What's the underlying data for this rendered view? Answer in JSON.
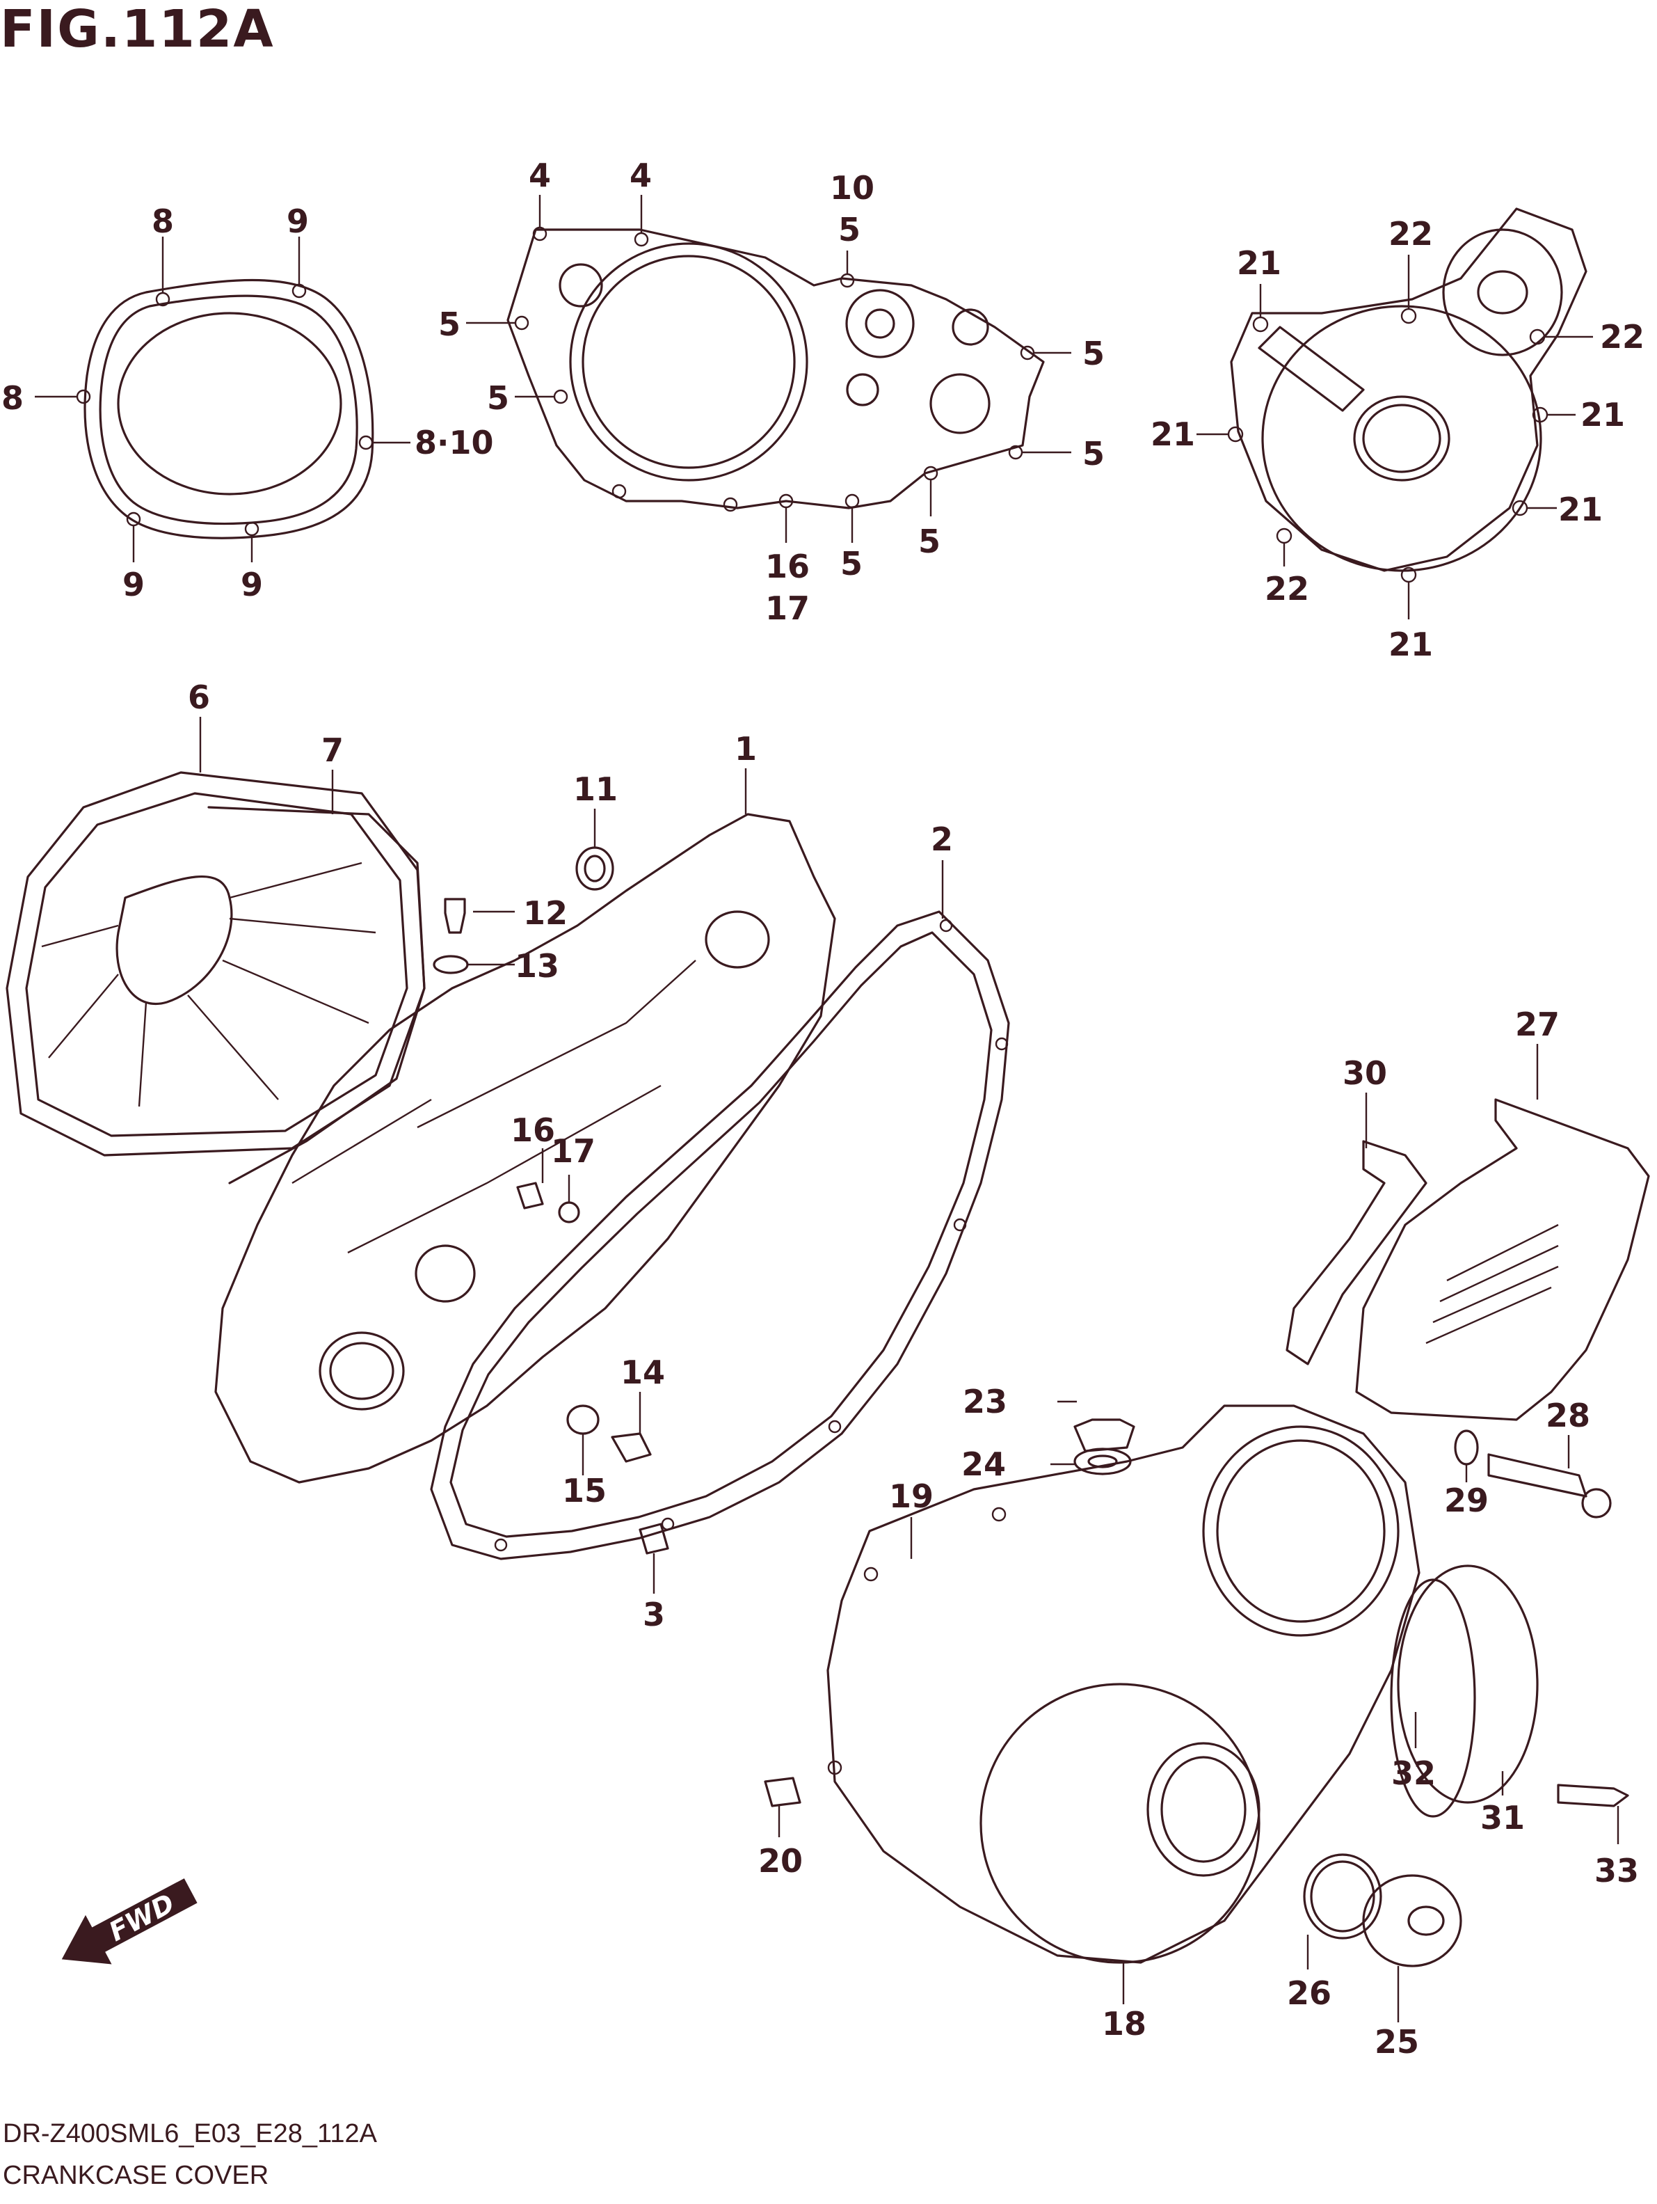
{
  "header": {
    "title": "FIG.112A"
  },
  "footer": {
    "model_code": "DR-Z400SML6_E03_E28_112A",
    "caption": "CRANKCASE COVER"
  },
  "fwd_label": "FWD",
  "callouts": [
    {
      "id": "c4a",
      "text": "4"
    },
    {
      "id": "c4b",
      "text": "4"
    },
    {
      "id": "c10a",
      "text": "10"
    },
    {
      "id": "c5a",
      "text": "5"
    },
    {
      "id": "c8a",
      "text": "8"
    },
    {
      "id": "c9a",
      "text": "9"
    },
    {
      "id": "c5b",
      "text": "5"
    },
    {
      "id": "c5c",
      "text": "5"
    },
    {
      "id": "c5d",
      "text": "5"
    },
    {
      "id": "c8b",
      "text": "8"
    },
    {
      "id": "c810",
      "text": "8·10"
    },
    {
      "id": "c5e",
      "text": "5"
    },
    {
      "id": "c9b",
      "text": "9"
    },
    {
      "id": "c9c",
      "text": "9"
    },
    {
      "id": "c16a",
      "text": "16"
    },
    {
      "id": "c17a",
      "text": "17"
    },
    {
      "id": "c5f",
      "text": "5"
    },
    {
      "id": "c5g",
      "text": "5"
    },
    {
      "id": "c21a",
      "text": "21"
    },
    {
      "id": "c22a",
      "text": "22"
    },
    {
      "id": "c22b",
      "text": "22"
    },
    {
      "id": "c21b",
      "text": "21"
    },
    {
      "id": "c21c",
      "text": "21"
    },
    {
      "id": "c21d",
      "text": "21"
    },
    {
      "id": "c22c",
      "text": "22"
    },
    {
      "id": "c21e",
      "text": "21"
    },
    {
      "id": "c6",
      "text": "6"
    },
    {
      "id": "c7",
      "text": "7"
    },
    {
      "id": "c1",
      "text": "1"
    },
    {
      "id": "c2",
      "text": "2"
    },
    {
      "id": "c11",
      "text": "11"
    },
    {
      "id": "c12",
      "text": "12"
    },
    {
      "id": "c13",
      "text": "13"
    },
    {
      "id": "c16b",
      "text": "16"
    },
    {
      "id": "c17b",
      "text": "17"
    },
    {
      "id": "c14",
      "text": "14"
    },
    {
      "id": "c15",
      "text": "15"
    },
    {
      "id": "c3",
      "text": "3"
    },
    {
      "id": "c30",
      "text": "30"
    },
    {
      "id": "c27",
      "text": "27"
    },
    {
      "id": "c23",
      "text": "23"
    },
    {
      "id": "c24",
      "text": "24"
    },
    {
      "id": "c19",
      "text": "19"
    },
    {
      "id": "c28",
      "text": "28"
    },
    {
      "id": "c29",
      "text": "29"
    },
    {
      "id": "c32",
      "text": "32"
    },
    {
      "id": "c31",
      "text": "31"
    },
    {
      "id": "c33",
      "text": "33"
    },
    {
      "id": "c20",
      "text": "20"
    },
    {
      "id": "c18",
      "text": "18"
    },
    {
      "id": "c26",
      "text": "26"
    },
    {
      "id": "c25",
      "text": "25"
    }
  ]
}
